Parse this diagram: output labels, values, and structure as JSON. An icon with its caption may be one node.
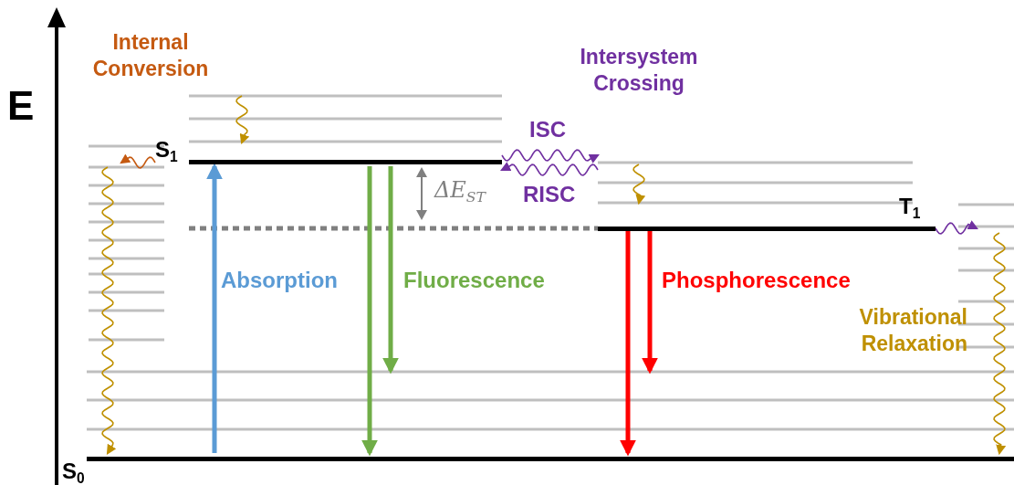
{
  "diagram": {
    "nodes": [
      {
        "text": [
          "S$_{1}$"
        ]
      },
      {
        "text": [
          "T$_{1}$"
        ]
      },
      {
        "text": [
          "S$_{0}$"
        ]
      }
    ],
    "edges": [
      {
        "from": 2,
        "to": 0,
        "arrow": "to",
        "label": "Absorption",
        "style": "thick",
        "color": "#5b9bd5"
      },
      {
        "from": 0,
        "to": 2,
        "arrow": "to",
        "label": "Fluorescence",
        "style": "thick",
        "color": "#70ad47"
      },
      {
        "from": 0,
        "to": null,
        "arrow": "to",
        "style": "thick",
        "color": "#70ad47"
      },
      {
        "from": 1,
        "to": 2,
        "arrow": "to",
        "label": "Phosphorescence",
        "style": "thick",
        "color": "#ff0000"
      },
      {
        "from": 1,
        "to": null,
        "arrow": "to",
        "style": "thick",
        "color": "#ff0000"
      },
      {
        "from": 0,
        "to": 1,
        "arrow": "to",
        "label": "ISC",
        "color": "#7030a0"
      },
      {
        "from": 1,
        "to": 0,
        "arrow": "to",
        "label": "RISC",
        "color": "#7030a0"
      },
      {
        "from": 0,
        "to": null,
        "arrow": "to",
        "color": "#c55a11"
      },
      {
        "from": null,
        "to": 2,
        "arrow": "to",
        "color": "#bf9000"
      },
      {
        "from": null,
        "to": 0,
        "arrow": "to",
        "color": "#bf9000"
      },
      {
        "from": null,
        "to": 1,
        "arrow": "to",
        "color": "#bf9000"
      },
      {
        "from": 1,
        "to": null,
        "arrow": "to",
        "color": "#7030a0"
      },
      {
        "from": null,
        "to": 2,
        "arrow": "to",
        "color": "#bf9000"
      }
    ],
    "labels": [
      "E",
      "Internal Conversion",
      "Intersystem Crossing",
      "ΔE$_{ST}$",
      "Vibrational Relaxation"
    ]
  }
}
